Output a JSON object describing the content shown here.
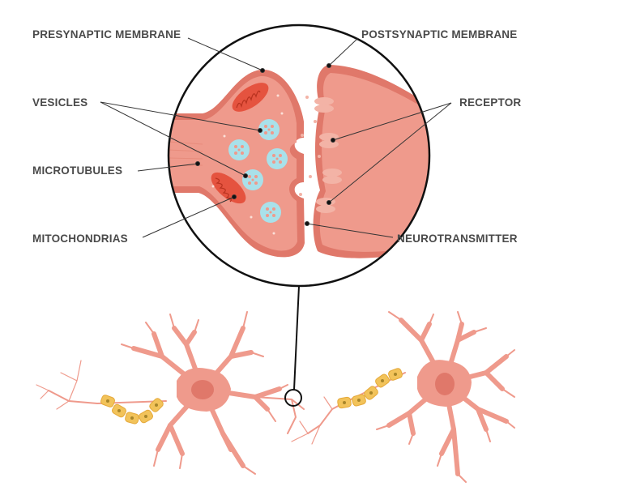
{
  "labels": {
    "presynaptic_membrane": "PRESYNAPTIC MEMBRANE",
    "postsynaptic_membrane": "POSTSYNAPTIC MEMBRANE",
    "vesicles": "VESICLES",
    "receptor": "RECEPTOR",
    "microtubules": "MICROTUBULES",
    "mitochondrias": "MITOCHONDRIAS",
    "neurotransmitter": "NEUROTRANSMITTER"
  },
  "colors": {
    "cell": "#ef9a8c",
    "cell_dark": "#e0786a",
    "mitochondria": "#e5533f",
    "vesicle": "#a9e1ea",
    "receptor": "#f3b3a6",
    "myelin": "#f2c35a",
    "text": "#4a4a4a"
  }
}
